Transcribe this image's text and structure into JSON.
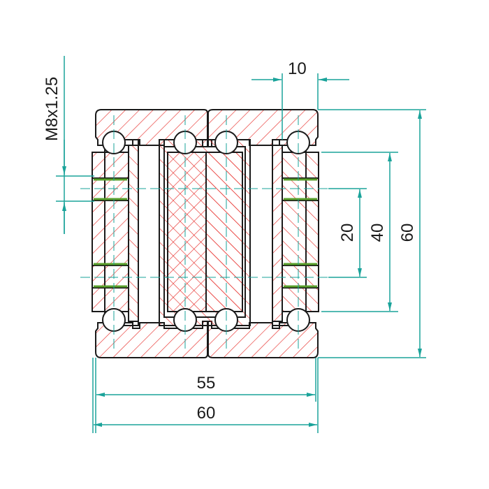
{
  "drawing": {
    "colors": {
      "outline": "#1a1a1a",
      "hatch": "#e8322e",
      "dimension": "#1aa39a",
      "seal": "#5aa02c"
    },
    "dimensions": {
      "thread": "M8x1.25",
      "pitch": "10",
      "height_inner": "20",
      "height_mid": "40",
      "height_total": "60",
      "width_inner": "55",
      "width_total": "60"
    }
  }
}
